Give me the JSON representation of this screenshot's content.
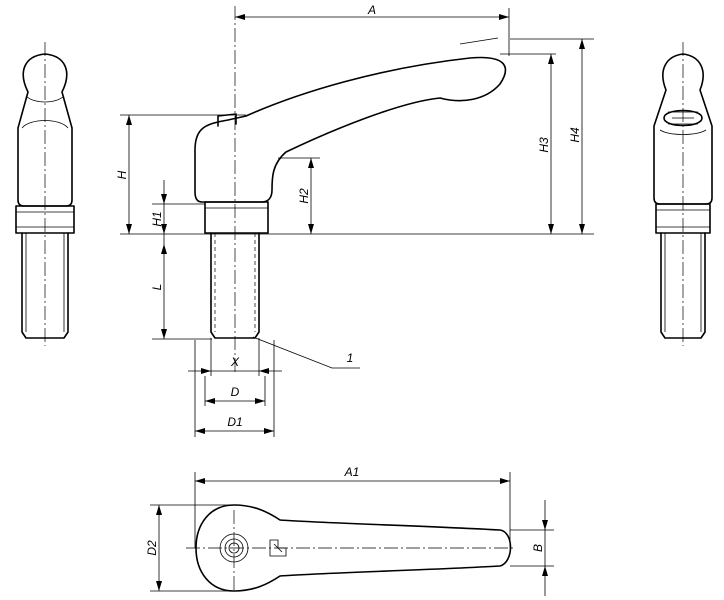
{
  "dimension_labels": {
    "A": "A",
    "A1": "A1",
    "H": "H",
    "H1": "H1",
    "H2": "H2",
    "H3": "H3",
    "H4": "H4",
    "L": "L",
    "X": "X",
    "D": "D",
    "D1": "D1",
    "D2": "D2",
    "B": "B",
    "callout_1": "1"
  }
}
